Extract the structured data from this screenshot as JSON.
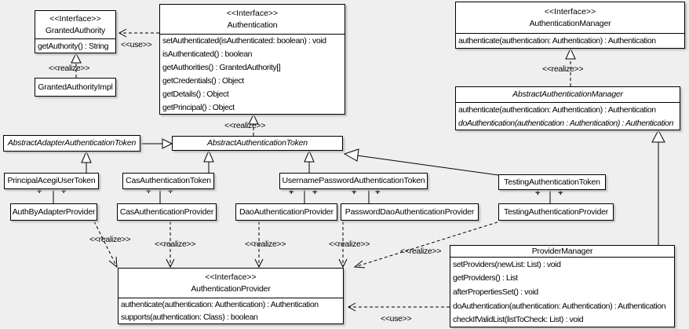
{
  "edge_labels": {
    "use": "<<use>>",
    "realize": "<<realize>>",
    "plus": "+"
  },
  "classes": {
    "granted_authority": {
      "stereotype": "<<Interface>>",
      "name": "GrantedAuthority",
      "methods": [
        "getAuthority() : String"
      ]
    },
    "granted_authority_impl": {
      "name": "GrantedAuthorityImpl"
    },
    "authentication": {
      "stereotype": "<<Interface>>",
      "name": "Authentication",
      "methods": [
        "setAuthenticated(isAuthenticated: boolean) : void",
        "isAuthenticated() : boolean",
        "getAuthorities() : GrantedAuthority[]",
        "getCredentials() : Object",
        "getDetails() : Object",
        "getPrincipal() : Object"
      ]
    },
    "authentication_manager": {
      "stereotype": "<<Interface>>",
      "name": "AuthenticationManager",
      "methods": [
        "authenticate(authentication: Authentication) : Authentication"
      ]
    },
    "abstract_authentication_manager": {
      "name": "AbstractAuthenticationManager",
      "methods": [
        "authenticate(authentication: Authentication) : Authentication",
        "doAuthentication(authentication : Authentication) : Authentication"
      ]
    },
    "abstract_adapter_authentication_token": {
      "name": "AbstractAdapterAuthenticationToken"
    },
    "abstract_authentication_token": {
      "name": "AbstractAuthenticationToken"
    },
    "principal_acegi_user_token": {
      "name": "PrincipalAcegiUserToken"
    },
    "cas_authentication_token": {
      "name": "CasAuthenticationToken"
    },
    "username_password_authentication_token": {
      "name": "UsernamePasswordAuthenticationToken"
    },
    "testing_authentication_token": {
      "name": "TestingAuthenticationToken"
    },
    "auth_by_adapter_provider": {
      "name": "AuthByAdapterProvider"
    },
    "cas_authentication_provider": {
      "name": "CasAuthenticationProvider"
    },
    "dao_authentication_provider": {
      "name": "DaoAuthenticationProvider"
    },
    "password_dao_authentication_provider": {
      "name": "PasswordDaoAuthenticationProvider"
    },
    "testing_authentication_provider": {
      "name": "TestingAuthenticationProvider"
    },
    "provider_manager": {
      "name": "ProviderManager",
      "methods": [
        "setProviders(newList: List) : void",
        "getProviders() : List",
        "afterPropertiesSet() : void",
        "doAuthentication(authentication: Authentication) : Authentication",
        "checkIfValidList(listToCheck: List) : void"
      ]
    },
    "authentication_provider": {
      "stereotype": "<<Interface>>",
      "name": "AuthenticationProvider",
      "methods": [
        "authenticate(authentication: Authentication) : Authentication",
        "supports(authentication: Class) : boolean"
      ]
    }
  }
}
